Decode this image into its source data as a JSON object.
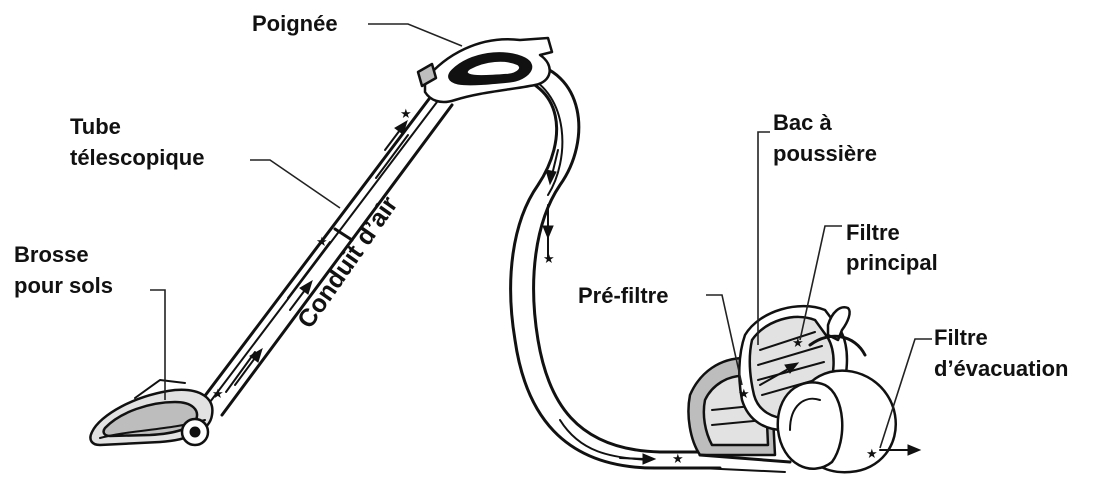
{
  "labels": {
    "poignee": "Poignée",
    "tube_line1": "Tube",
    "tube_line2": "télescopique",
    "brosse_line1": "Brosse",
    "brosse_line2": "pour sols",
    "conduit": "Conduit d’air",
    "bac_line1": "Bac à",
    "bac_line2": "poussière",
    "filtre_principal_line1": "Filtre",
    "filtre_principal_line2": "principal",
    "prefiltre": "Pré-filtre",
    "filtre_evac_line1": "Filtre",
    "filtre_evac_line2": "d’évacuation"
  },
  "markers": {
    "airflow_star": "★"
  },
  "colors": {
    "ink": "#111111",
    "shade": "#bdbdbd",
    "light_shade": "#e2e2e2",
    "background": "#ffffff"
  }
}
